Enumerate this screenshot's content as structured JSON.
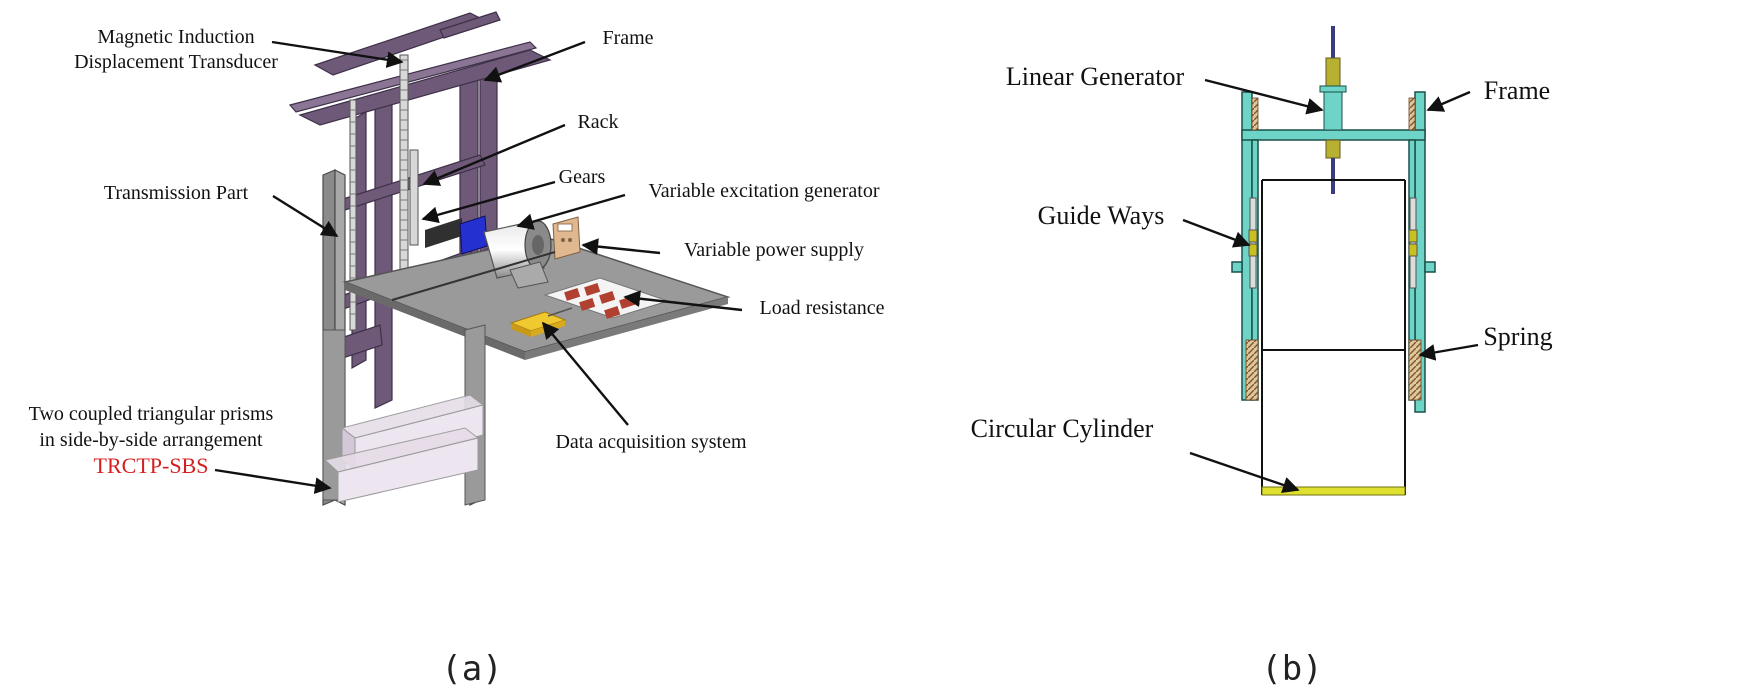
{
  "panel_a": {
    "caption": "(a)",
    "labels": {
      "magnetic_line1": "Magnetic Induction",
      "magnetic_line2": "Displacement Transducer",
      "frame": "Frame",
      "rack": "Rack",
      "transmission": "Transmission Part",
      "gears": "Gears",
      "variable_excitation": "Variable excitation generator",
      "variable_power": "Variable power supply",
      "load_resistance": "Load resistance",
      "data_acquisition": "Data acquisition system",
      "prisms_line1": "Two coupled triangular prisms",
      "prisms_line2": "in side-by-side arrangement",
      "prisms_code": "TRCTP-SBS"
    },
    "colors": {
      "frame": "#6e5a78",
      "plate": "#9a9a9a",
      "highlight_text": "#d42020",
      "daq": "#e8b820",
      "motor_blue": "#2430d0"
    }
  },
  "panel_b": {
    "caption": "(b)",
    "labels": {
      "linear_generator": "Linear Generator",
      "frame": "Frame",
      "guide_ways": "Guide Ways",
      "spring": "Spring",
      "circular_cylinder": "Circular Cylinder"
    },
    "colors": {
      "frame": "#6fd4c8",
      "generator": "#b8b030",
      "cylinder": "#e0e030"
    }
  }
}
